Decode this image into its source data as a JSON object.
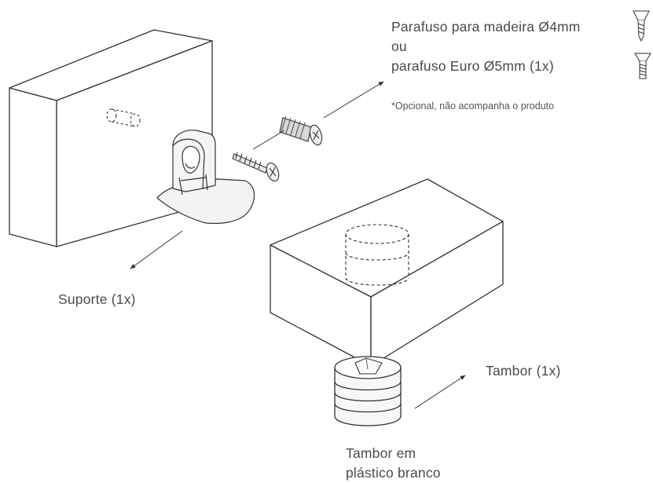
{
  "labels": {
    "screw_line1": "Parafuso para madeira Ø4mm",
    "screw_line2": "ou",
    "screw_line3": "parafuso Euro Ø5mm (1x)",
    "screw_note": "*Opcional, não acompanha o produto",
    "suporte": "Suporte (1x)",
    "tambor": "Tambor (1x)",
    "tambor_material_line1": "Tambor em",
    "tambor_material_line2": "plástico branco"
  },
  "colors": {
    "line": "#333333",
    "text": "#4a4a4a",
    "fill": "#ffffff"
  },
  "icons": [
    "wood-screw-icon",
    "euro-screw-icon"
  ]
}
